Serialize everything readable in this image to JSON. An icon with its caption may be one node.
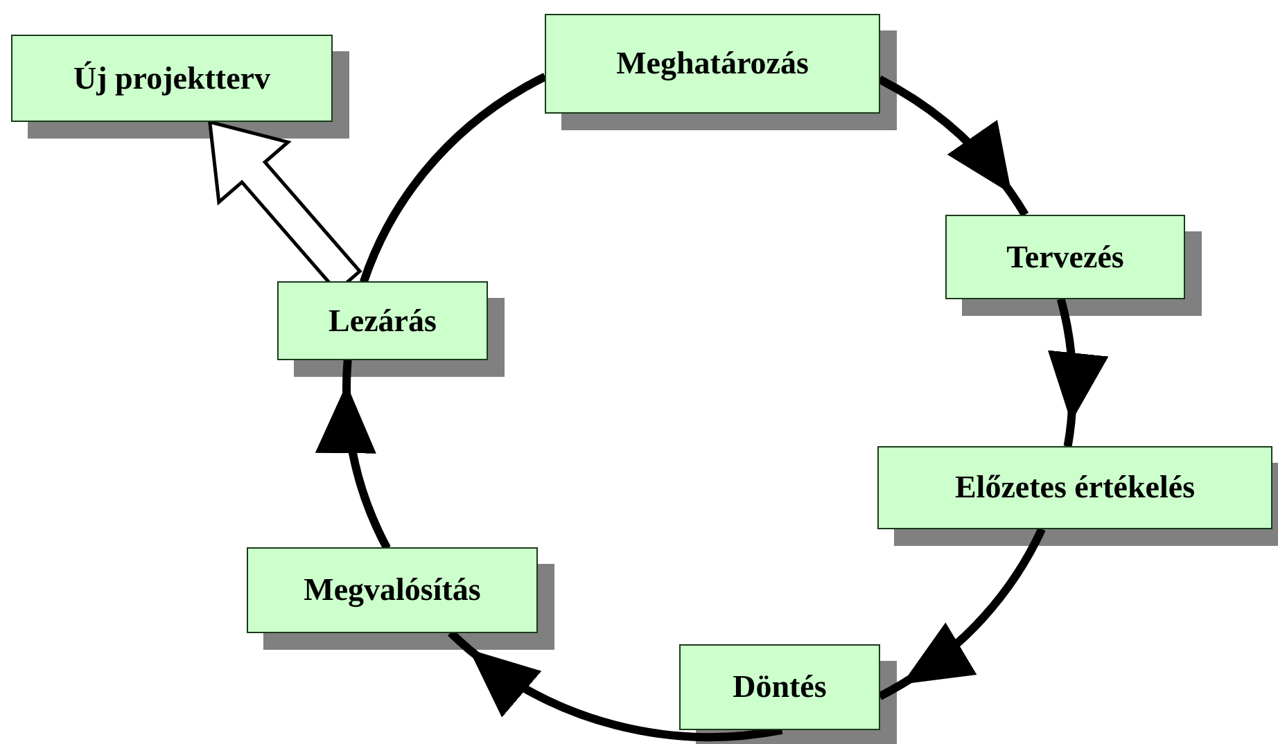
{
  "diagram": {
    "nodes": [
      {
        "text": [
          "Meghatározás"
        ]
      },
      {
        "text": [
          "Tervezés"
        ]
      },
      {
        "text": [
          "Előzetes értékelés"
        ]
      },
      {
        "text": [
          "Döntés"
        ]
      },
      {
        "text": [
          "Megvalósítás"
        ]
      },
      {
        "text": [
          "Lezárás"
        ]
      },
      {
        "text": [
          "Új projektterv"
        ]
      }
    ],
    "edges": [
      {
        "from": 0,
        "to": 1,
        "arrow": "to"
      },
      {
        "from": 1,
        "to": 2,
        "arrow": "to"
      },
      {
        "from": 2,
        "to": 3,
        "arrow": "to"
      },
      {
        "from": 3,
        "to": 4,
        "arrow": "to"
      },
      {
        "from": 4,
        "to": 5,
        "arrow": "to"
      },
      {
        "from": 5,
        "to": 0,
        "arrow": "none"
      },
      {
        "from": 5,
        "to": 6,
        "arrow": "to",
        "style": "thick"
      }
    ]
  }
}
